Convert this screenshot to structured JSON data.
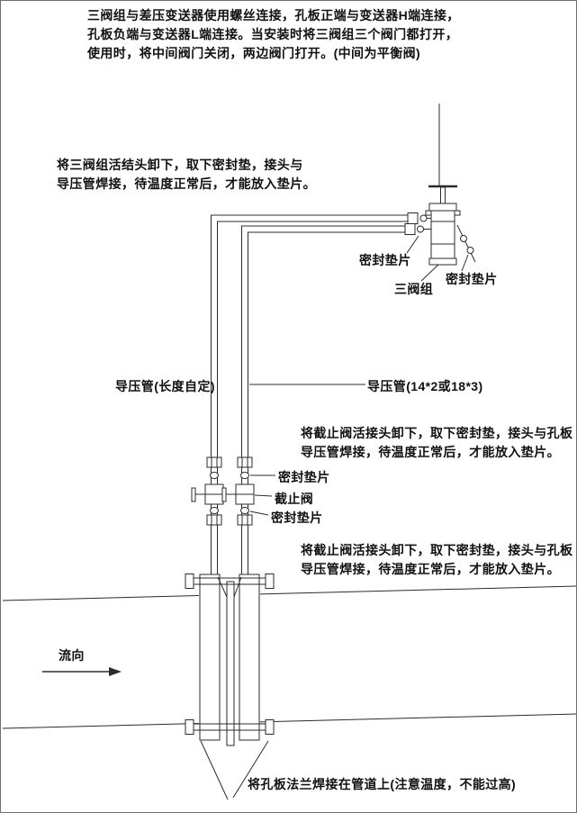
{
  "notes": {
    "top": "三阀组与差压变送器使用螺丝连接，孔板正端与变送器H端连接，\n孔板负端与变送器L端连接。当安装时将三阀组三个阀门都打开，\n使用时，将中间阀门关闭，两边阀门打开。(中间为平衡阀)",
    "manifold_union": "将三阀组活结头卸下，取下密封垫，接头与\n导压管焊接，待温度正常后，才能放入垫片。",
    "shutoff_union_top": "将截止阀活接头卸下，取下密封垫，接头与孔板\n导压管焊接，待温度正常后，才能放入垫片。",
    "shutoff_union_bottom": "将截止阀活接头卸下，取下密封垫，接头与孔板\n导压管焊接，待温度正常后，才能放入垫片。",
    "weld_note": "将孔板法兰焊接在管道上(注意温度，不能过高)"
  },
  "labels": {
    "seal_gasket_manifold_left": "密封垫片",
    "three_valve_manifold": "三阀组",
    "seal_gasket_manifold_right": "密封垫片",
    "impulse_pipe_left": "导压管(长度自定)",
    "impulse_pipe_right": "导压管(14*2或18*3)",
    "seal_gasket_valve_top": "密封垫片",
    "shutoff_valve": "截止阀",
    "seal_gasket_valve_bottom": "密封垫片",
    "flow_direction": "流向"
  },
  "colors": {
    "line": "#2b2b2b",
    "text": "#111111",
    "background": "#ffffff"
  }
}
